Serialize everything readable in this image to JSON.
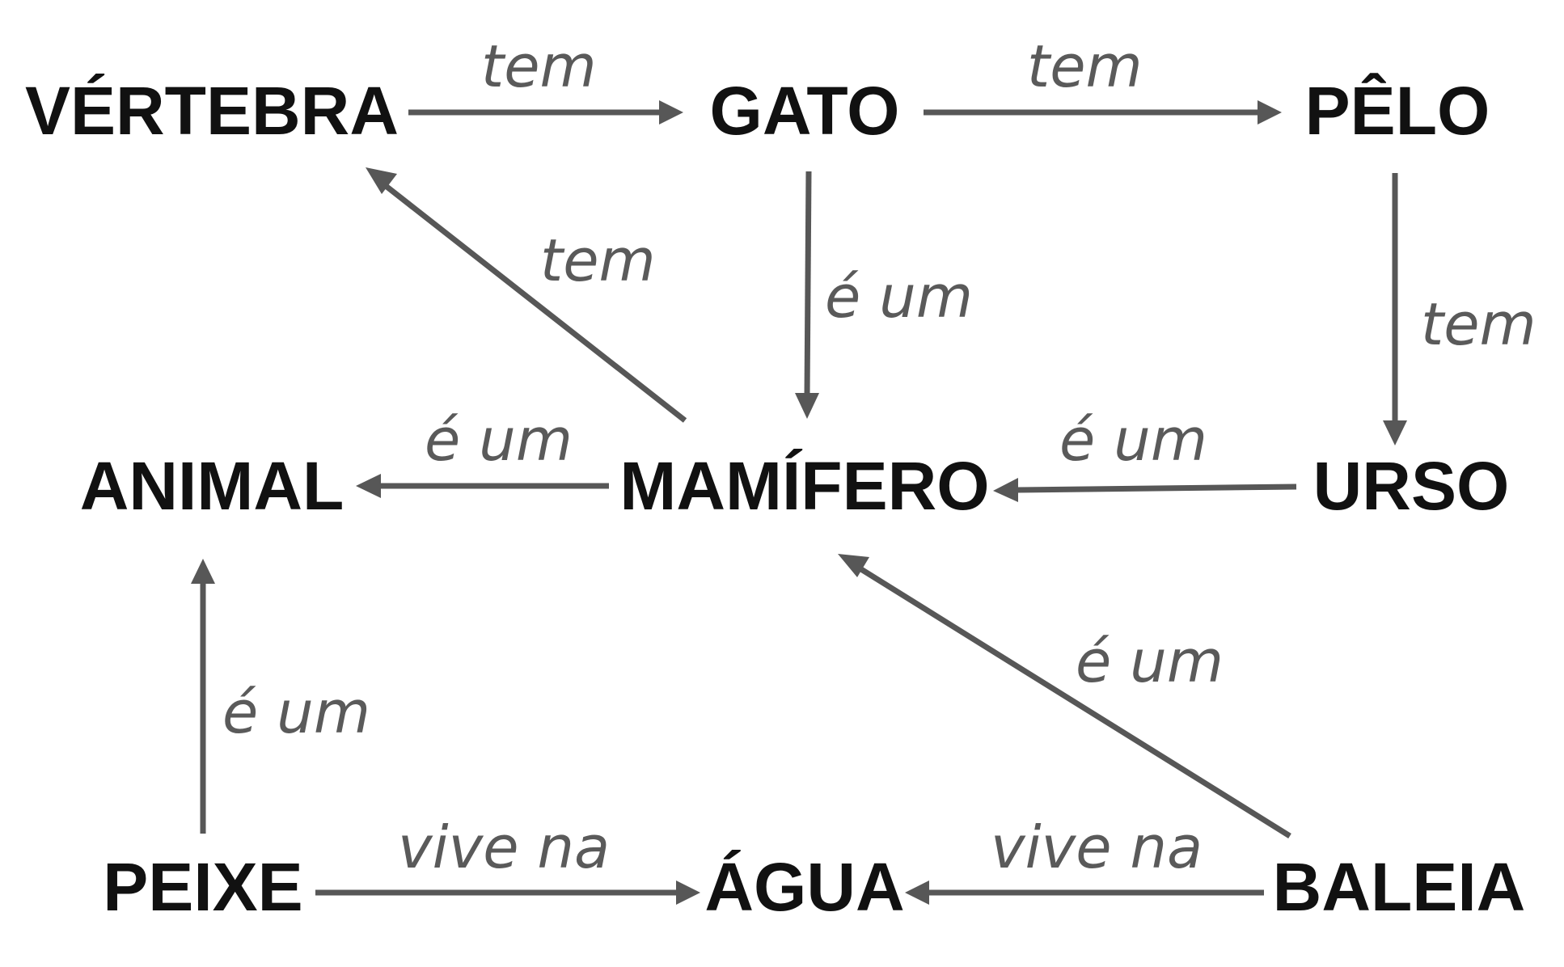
{
  "nodes": {
    "vertebra": "VÉRTEBRA",
    "gato": "GATO",
    "pelo": "PÊLO",
    "animal": "ANIMAL",
    "mamifero": "MAMÍFERO",
    "urso": "URSO",
    "peixe": "PEIXE",
    "agua": "ÁGUA",
    "baleia": "BALEIA"
  },
  "edges": [
    {
      "from": "VÉRTEBRA",
      "to": "GATO",
      "label": "tem"
    },
    {
      "from": "GATO",
      "to": "PÊLO",
      "label": "tem"
    },
    {
      "from": "MAMÍFERO",
      "to": "VÉRTEBRA",
      "label": "tem"
    },
    {
      "from": "GATO",
      "to": "MAMÍFERO",
      "label": "é um"
    },
    {
      "from": "PÊLO",
      "to": "URSO",
      "label": "tem"
    },
    {
      "from": "MAMÍFERO",
      "to": "ANIMAL",
      "label": "é um"
    },
    {
      "from": "URSO",
      "to": "MAMÍFERO",
      "label": "é um"
    },
    {
      "from": "PEIXE",
      "to": "ANIMAL",
      "label": "é um"
    },
    {
      "from": "BALEIA",
      "to": "MAMÍFERO",
      "label": "é um"
    },
    {
      "from": "PEIXE",
      "to": "ÁGUA",
      "label": "vive na"
    },
    {
      "from": "BALEIA",
      "to": "ÁGUA",
      "label": "vive na"
    }
  ],
  "colors": {
    "node_text": "#111111",
    "edge": "#575757",
    "edge_label": "#5a5a5a"
  }
}
